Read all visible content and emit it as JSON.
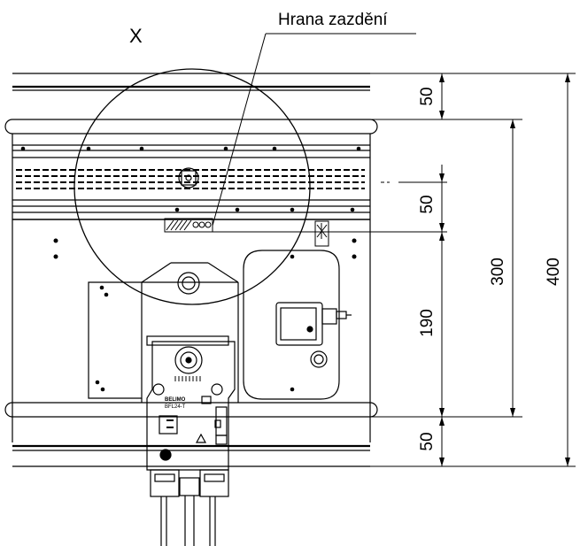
{
  "labels": {
    "detail_marker": "X",
    "wall_edge": "Hrana zazdění"
  },
  "dimensions": {
    "top_band": "50",
    "middle_band": "50",
    "lower_section": "190",
    "bottom_band": "50",
    "inner_height": "300",
    "overall_height": "400"
  },
  "actuator": {
    "brand": "BELIMO",
    "model": "BFL24-T"
  },
  "icons": {
    "warning": "warning-triangle-icon",
    "plug": "plug-icon"
  },
  "colors": {
    "line": "#000000",
    "background": "#ffffff"
  }
}
